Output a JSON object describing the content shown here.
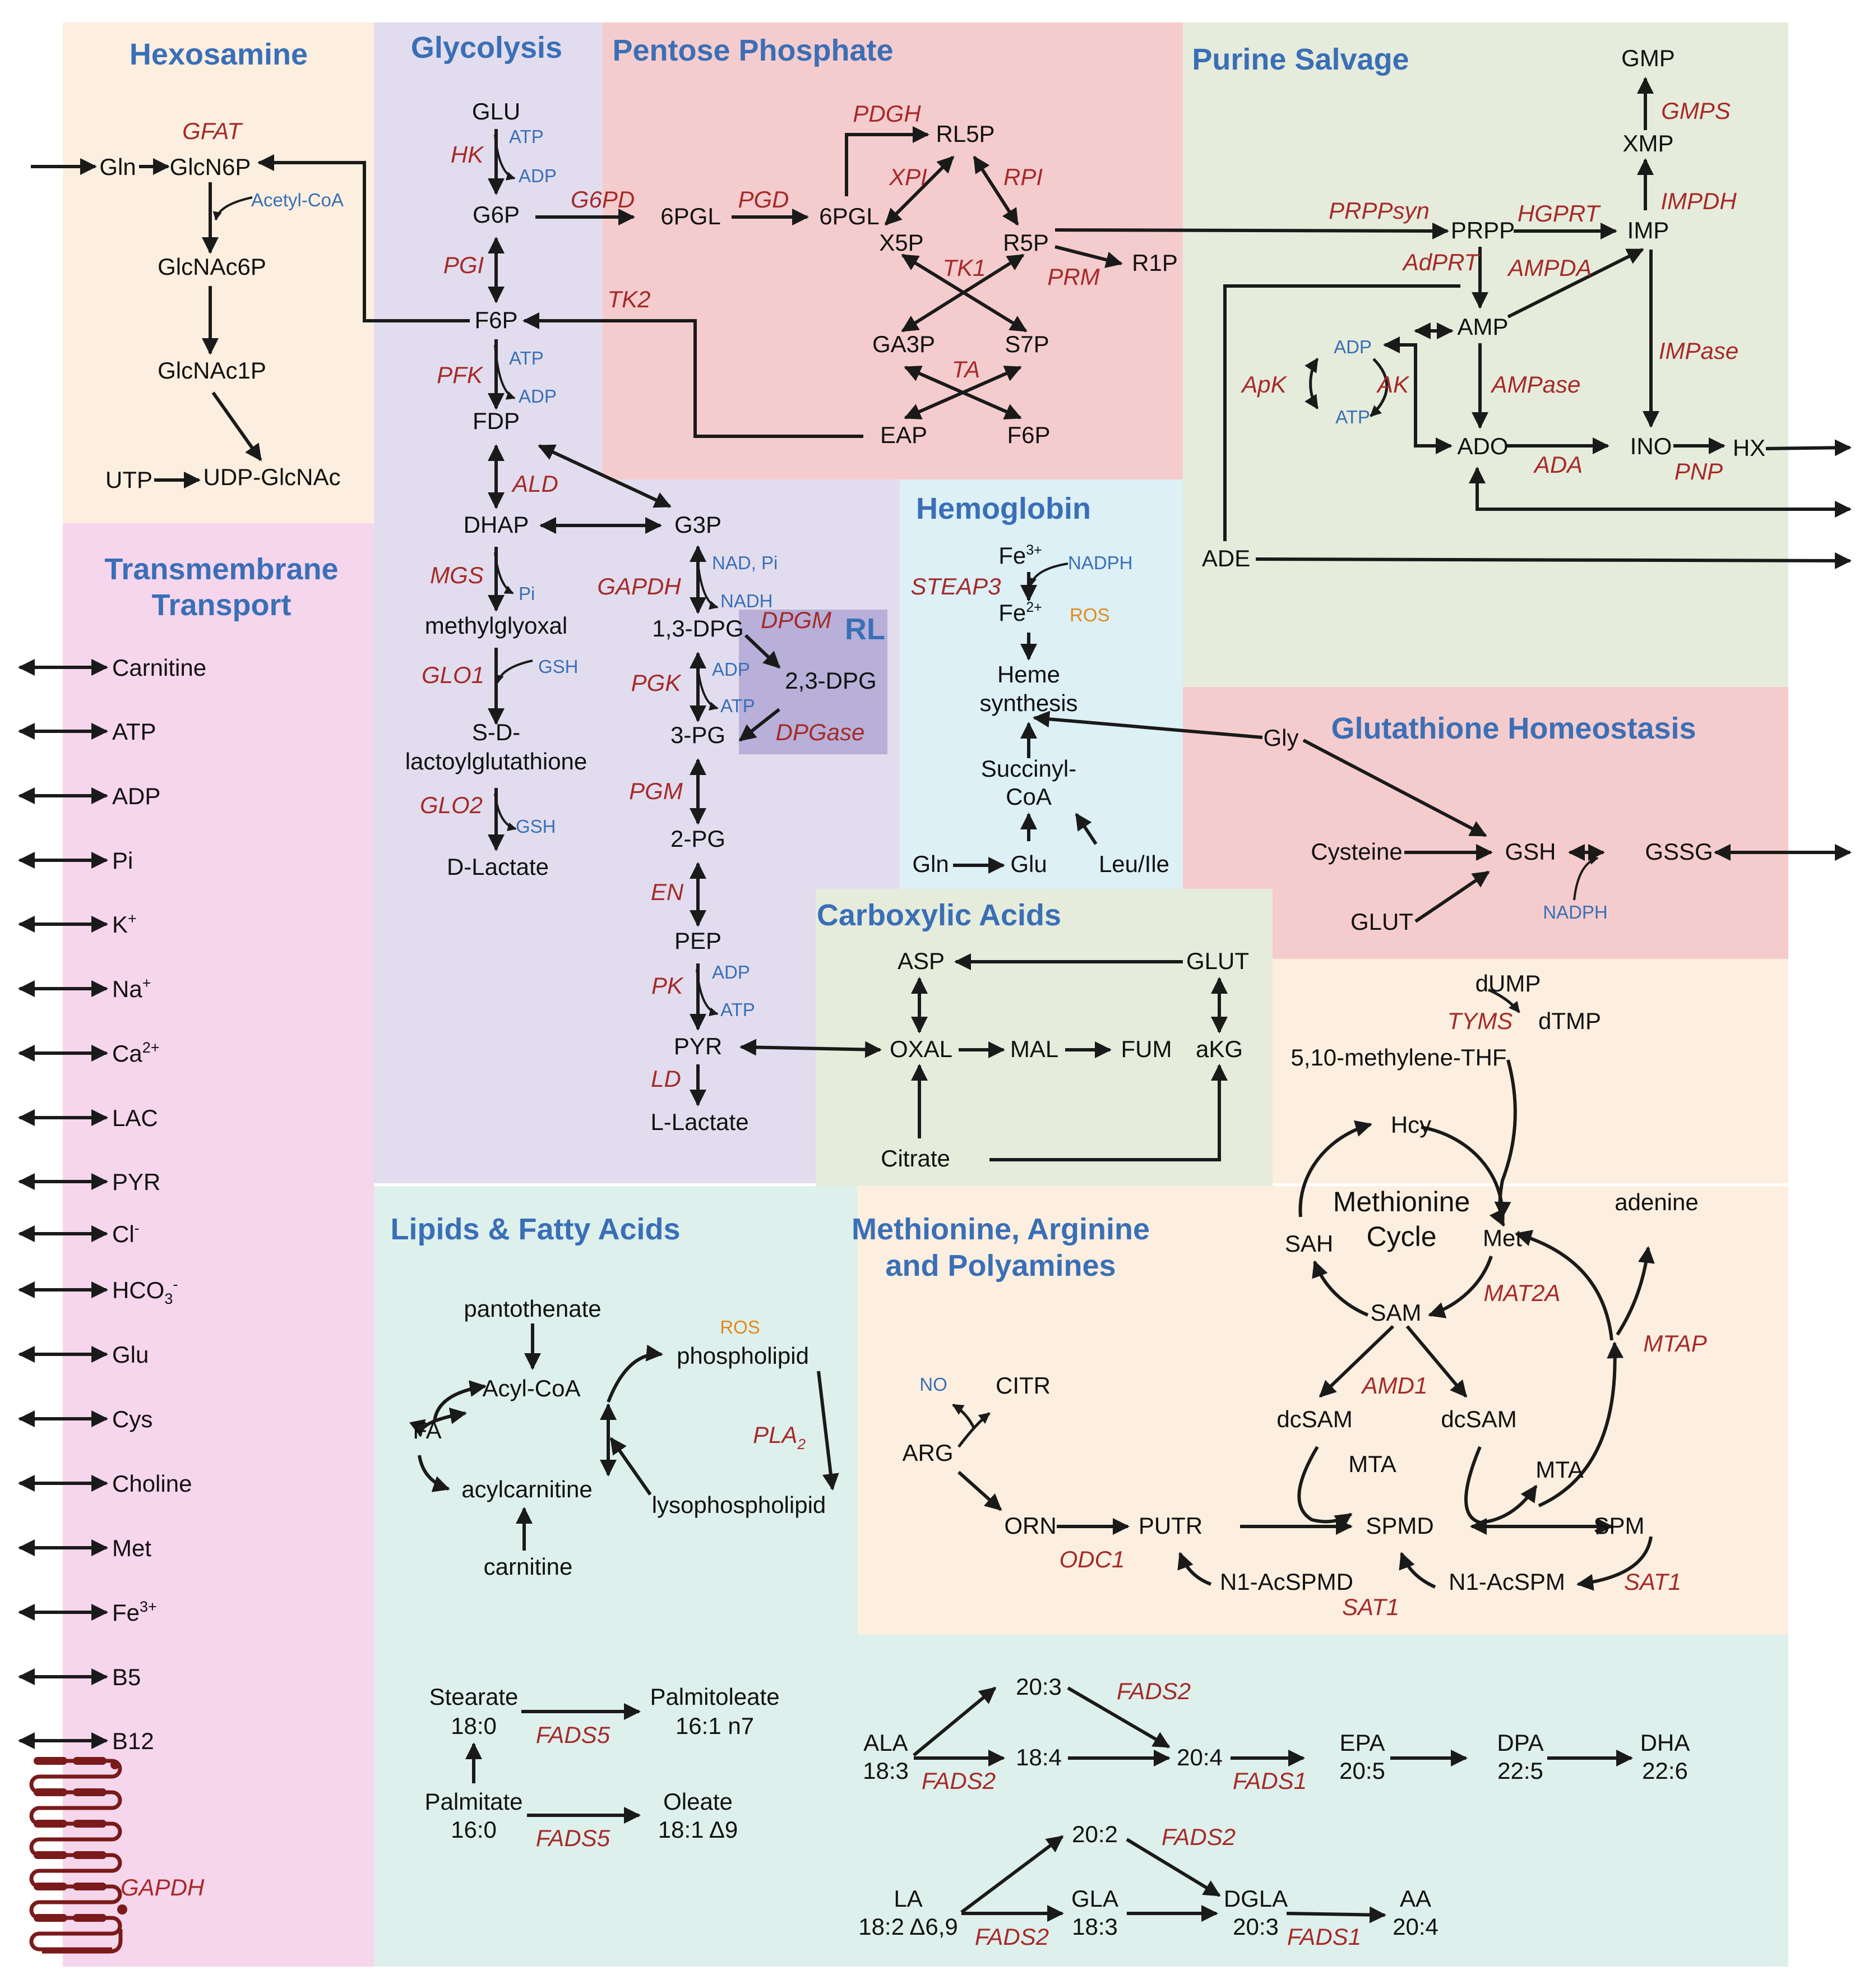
{
  "colors": {
    "title": "#3a6fb7",
    "enzyme": "#a52a2a",
    "cofactor": "#3a6fb7",
    "ros": "#e08a1e",
    "metabolite": "#111111",
    "arrow": "#1a1a1a",
    "hexosamine": "#fdefdf",
    "glycolysis": "#e2ddee",
    "pentose": "#f5cccd",
    "purine": "#e6ecdb",
    "transport": "#f6d6ec",
    "hemoglobin": "#dcf0f6",
    "glutathione": "#f5cccd",
    "carboxylic": "#e6ecdb",
    "lipids": "#def0ec",
    "methionine": "#fdefdf",
    "rl": "#b8b0d8"
  },
  "sections": {
    "hexosamine": "Hexosamine",
    "glycolysis": "Glycolysis",
    "pentose": "Pentose Phosphate",
    "purine": "Purine Salvage",
    "transport1": "Transmembrane",
    "transport2": "Transport",
    "hemoglobin": "Hemoglobin",
    "rl": "RL",
    "glutathione": "Glutathione Homeostasis",
    "carboxylic": "Carboxylic Acids",
    "lipids": "Lipids & Fatty Acids",
    "methionine1": "Methionine, Arginine",
    "methionine2": "and Polyamines",
    "methcycle1": "Methionine",
    "methcycle2": "Cycle"
  },
  "metabolites": {
    "gln": "Gln",
    "glcn6p": "GlcN6P",
    "glcnac6p": "GlcNAc6P",
    "glcnac1p": "GlcNAc1P",
    "utp": "UTP",
    "udpglcnac": "UDP-GlcNAc",
    "glu": "GLU",
    "g6p": "G6P",
    "f6p": "F6P",
    "fdp": "FDP",
    "dhap": "DHAP",
    "g3p": "G3P",
    "methylglyoxal": "methylglyoxal",
    "sd1": "S-D-",
    "sd2": "lactoylglutathione",
    "dlactate": "D-Lactate",
    "bpg13": "1,3-DPG",
    "bpg23": "2,3-DPG",
    "pg3": "3-PG",
    "pg2": "2-PG",
    "pep": "PEP",
    "pyr": "PYR",
    "llactate": "L-Lactate",
    "pgl1": "6PGL",
    "pgl2": "6PGL",
    "rl5p": "RL5P",
    "x5p": "X5P",
    "r5p": "R5P",
    "r1p": "R1P",
    "ga3p": "GA3P",
    "s7p": "S7P",
    "eap": "EAP",
    "f6p2": "F6P",
    "gmp": "GMP",
    "xmp": "XMP",
    "imp": "IMP",
    "prpp": "PRPP",
    "amp": "AMP",
    "ado": "ADO",
    "ino": "INO",
    "hx": "HX",
    "ade": "ADE",
    "fe3": "Fe",
    "fe3sup": "3+",
    "fe2": "Fe",
    "fe2sup": "2+",
    "heme1": "Heme",
    "heme2": "synthesis",
    "succ1": "Succinyl-",
    "succ2": "CoA",
    "gln2": "Gln",
    "glu2": "Glu",
    "leuile": "Leu/Ile",
    "gly": "Gly",
    "cysteine": "Cysteine",
    "gsh": "GSH",
    "gssg": "GSSG",
    "glut": "GLUT",
    "asp": "ASP",
    "glut2": "GLUT",
    "oxal": "OXAL",
    "mal": "MAL",
    "fum": "FUM",
    "akg": "aKG",
    "citrate": "Citrate",
    "pantothenate": "pantothenate",
    "acylcoa": "Acyl-CoA",
    "fa": "FA",
    "acylcarnitine": "acylcarnitine",
    "carnitine": "carnitine",
    "phospholipid": "phospholipid",
    "lysophospholipid": "lysophospholipid",
    "stearate": "Stearate",
    "s180": "18:0",
    "palmitoleate": "Palmitoleate",
    "p161": "16:1 n7",
    "palmitate": "Palmitate",
    "p160": "16:0",
    "oleate": "Oleate",
    "o181": "18:1 Δ9",
    "ala": "ALA",
    "ala183": "18:3",
    "c203a": "20:3",
    "c184": "18:4",
    "c204": "20:4",
    "epa": "EPA",
    "epa205": "20:5",
    "dpa": "DPA",
    "dpa225": "22:5",
    "dha": "DHA",
    "dha226": "22:6",
    "la": "LA",
    "la182": "18:2 Δ6,9",
    "c202": "20:2",
    "gla": "GLA",
    "gla183": "18:3",
    "dgla": "DGLA",
    "dgla203": "20:3",
    "aa": "AA",
    "aa204": "20:4",
    "dump": "dUMP",
    "dtmp": "dTMP",
    "thf": "5,10-methylene-THF",
    "hcy": "Hcy",
    "sah": "SAH",
    "met": "Met",
    "sam": "SAM",
    "adenine": "adenine",
    "dcsam1": "dcSAM",
    "dcsam2": "dcSAM",
    "mta1": "MTA",
    "mta2": "MTA",
    "spmd": "SPMD",
    "spm": "SPM",
    "putr": "PUTR",
    "orn": "ORN",
    "arg": "ARG",
    "citr": "CITR",
    "n1acspmd": "N1-AcSPMD",
    "n1acspm": "N1-AcSPM"
  },
  "enzymes": {
    "gfat": "GFAT",
    "hk": "HK",
    "pgi": "PGI",
    "pfk": "PFK",
    "ald": "ALD",
    "mgs": "MGS",
    "glo1": "GLO1",
    "glo2": "GLO2",
    "gapdh": "GAPDH",
    "pgk": "PGK",
    "pgm": "PGM",
    "en": "EN",
    "pk": "PK",
    "ld": "LD",
    "dpgm": "DPGM",
    "dpgase": "DPGase",
    "g6pd": "G6PD",
    "pgd": "PGD",
    "pdgh": "PDGH",
    "xpi": "XPI",
    "rpi": "RPI",
    "tk1": "TK1",
    "prm": "PRM",
    "ta": "TA",
    "tk2": "TK2",
    "gmps": "GMPS",
    "impdh": "IMPDH",
    "prppsyn": "PRPPsyn",
    "hgprt": "HGPRT",
    "adprt": "AdPRT",
    "ampda": "AMPDA",
    "apk": "ApK",
    "ak": "AK",
    "ampase": "AMPase",
    "impase": "IMPase",
    "ada": "ADA",
    "pnp": "PNP",
    "steap3": "STEAP3",
    "pla2": "PLA",
    "pla2sub": "2",
    "fads5a": "FADS5",
    "fads5b": "FADS5",
    "fads2a": "FADS2",
    "fads2b": "FADS2",
    "fads1a": "FADS1",
    "fads2c": "FADS2",
    "fads2d": "FADS2",
    "fads1b": "FADS1",
    "tyms": "TYMS",
    "mat2a": "MAT2A",
    "mtap": "MTAP",
    "amd1": "AMD1",
    "odc1": "ODC1",
    "sat1a": "SAT1",
    "sat1b": "SAT1",
    "gapdh2": "GAPDH"
  },
  "cofactors": {
    "acetylcoa": "Acetyl-CoA",
    "atp1": "ATP",
    "adp1": "ADP",
    "atp2": "ATP",
    "adp2": "ADP",
    "pi1": "Pi",
    "gsh1": "GSH",
    "gsh2": "GSH",
    "nadpi": "NAD, Pi",
    "nadh": "NADH",
    "adp3": "ADP",
    "atp3": "ATP",
    "adp4": "ADP",
    "atp4": "ATP",
    "adpk": "ADP",
    "atpk": "ATP",
    "nadph1": "NADPH",
    "ros1": "ROS",
    "nadph2": "NADPH",
    "ros2": "ROS",
    "no": "NO"
  },
  "transport": [
    {
      "label": "Carnitine"
    },
    {
      "label": "ATP"
    },
    {
      "label": "ADP"
    },
    {
      "label": "Pi"
    },
    {
      "label": "K",
      "sup": "+"
    },
    {
      "label": "Na",
      "sup": "+"
    },
    {
      "label": "Ca",
      "sup": "2+"
    },
    {
      "label": "LAC"
    },
    {
      "label": "PYR"
    },
    {
      "label": "Cl",
      "sup": "-"
    },
    {
      "label": "HCO",
      "sub": "3",
      "sup": "-"
    },
    {
      "label": "Glu"
    },
    {
      "label": "Cys"
    },
    {
      "label": "Choline"
    },
    {
      "label": "Met"
    },
    {
      "label": "Fe",
      "sup": "3+"
    },
    {
      "label": "B5"
    },
    {
      "label": "B12"
    }
  ]
}
